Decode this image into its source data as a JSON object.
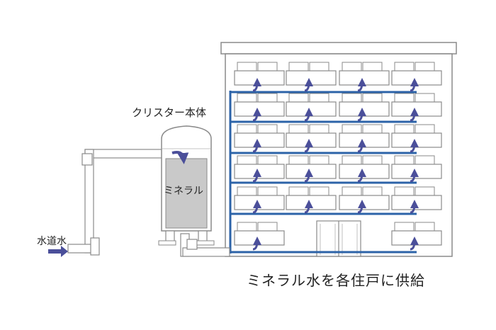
{
  "labels": {
    "unit_name": "クリスター本体",
    "tap_water": "水道水",
    "tank_content": "ミネラル",
    "caption": "ミネラル水を各住戸に供給"
  },
  "colors": {
    "supply_pipe": "#2c63a8",
    "flow_arrow": "#4b4f9a",
    "outline": "#8a8a8a",
    "mineral_fill": "#c9c9c9",
    "pipe_fill": "#ffffff"
  },
  "building": {
    "floors": 6,
    "units_per_floor": 4
  },
  "icons": {
    "flow_arrow": "curved-up-arrow",
    "inlet_arrow": "right-arrow"
  }
}
